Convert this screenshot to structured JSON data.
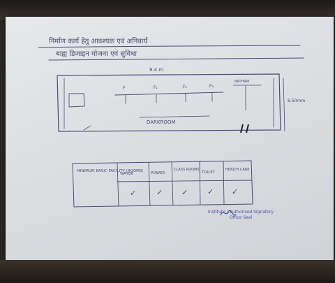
{
  "header": {
    "line1": "निर्माण कार्य हेतु आवश्यक एवं अनिवार्य",
    "line2": "बाह्य डिजाइन योजना एवं सुविधा"
  },
  "diagram": {
    "top_dimension": "8.4 m",
    "right_dimension": "6.50mm",
    "center_label": "DARKROOM",
    "row_labels": [
      "F",
      "F₁",
      "F₂",
      "F₃"
    ],
    "right_block": "BATHRM"
  },
  "table": {
    "row_header": "MINIMUM BASIC FACILITY (ROOMS)",
    "columns": [
      "WATER",
      "POWER",
      "CLASS ROOMS",
      "TOILET",
      "HEALTH CARE"
    ],
    "marks": [
      "✓",
      "✓",
      "✓",
      "✓",
      "✓"
    ]
  },
  "stamp": {
    "line1": "Institute / Authorised Signatory",
    "line2": "Office Seal"
  }
}
